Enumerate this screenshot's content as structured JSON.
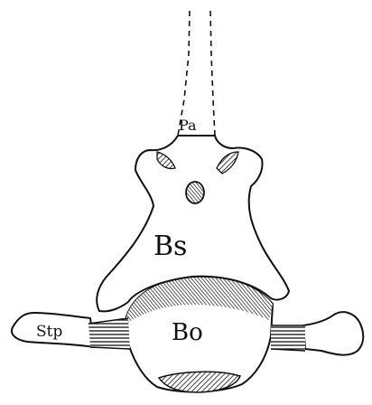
{
  "labels": {
    "pa": "Pa",
    "bs": "Bs",
    "bo": "Bo",
    "stp": "Stp"
  },
  "colors": {
    "ink": "#111111",
    "paper": "#ffffff"
  }
}
